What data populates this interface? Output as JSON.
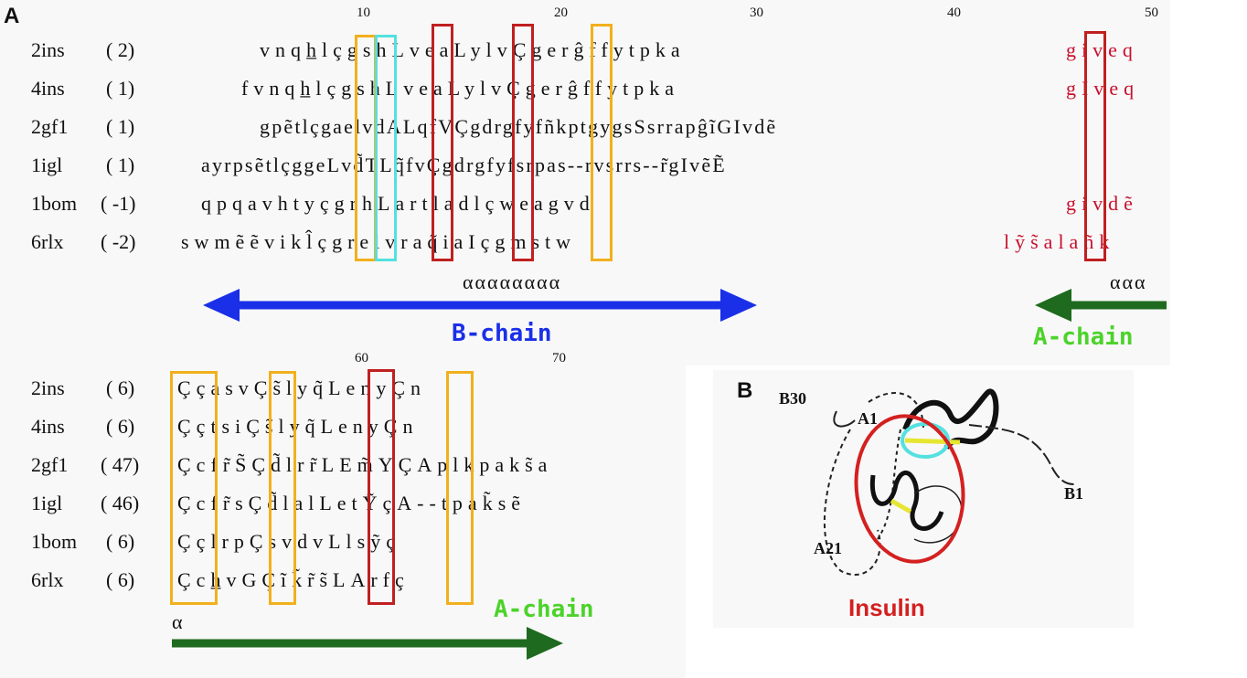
{
  "panel_a": {
    "label": "A",
    "ruler_top": [
      "10",
      "20",
      "30",
      "40",
      "50"
    ],
    "rows_top": [
      {
        "id": "2ins",
        "num": "( 2)",
        "seq": "vnqh̲lçgshLveaLylvÇgerĝffytpka",
        "tail": "giveq"
      },
      {
        "id": "4ins",
        "num": "( 1)",
        "seq": "fvnqh̲lçgshLveaLylvÇgerĝffytpka",
        "tail": "gIveq"
      },
      {
        "id": "2gf1",
        "num": "( 1)",
        "seq": "gpẽtlçgaelvdALqfVÇgdrgfyfñkptgygsSsrrapĝĩGIvdẽ",
        "tail": ""
      },
      {
        "id": "1igl",
        "num": "( 1)",
        "seq": "ayrpsẽtlçggeLvd̃TLq̃fvÇgdrgfyfsrpas--rvsrrs--r̃gIvẽẼ",
        "tail": ""
      },
      {
        "id": "1bom",
        "num": "( -1)",
        "seq": "qpqavhtyçgrhLartladlçweagvd",
        "tail": "givdẽ"
      },
      {
        "id": "6rlx",
        "num": "( -2)",
        "seq": "swmẽẽvikl̂çgrelvraq̃iaIçgmstw",
        "tail": "lỹs̃alañk"
      }
    ],
    "helix_b": "αααααααα",
    "helix_a": "ααα",
    "b_chain_label": "B-chain",
    "a_chain_label_top": "A-chain",
    "ruler_bottom": [
      "60",
      "70"
    ],
    "rows_bottom": [
      {
        "id": "2ins",
        "num": "( 6)",
        "seq": "ÇçasvÇs̃lyq̃LenyÇn"
      },
      {
        "id": "4ins",
        "num": "( 6)",
        "seq": "ÇçtsiÇs̃lyq̃LenyÇn"
      },
      {
        "id": "2gf1",
        "num": "( 47)",
        "seq": "Çcfr̃S̃Çd̃lrr̃LEm̃YÇAplkpaks̃a"
      },
      {
        "id": "1igl",
        "num": "( 46)",
        "seq": "Çcfr̃sÇd̃lalLetỸçA--tpak̃sẽ"
      },
      {
        "id": "1bom",
        "num": "( 6)",
        "seq": "ÇçlrpÇsvdvLlsỹç"
      },
      {
        "id": "6rlx",
        "num": "( 6)",
        "seq": "Çch̲vGÇĩk̃r̃s̃LArfç"
      }
    ],
    "helix_bottom": "α",
    "a_chain_label_bottom": "A-chain"
  },
  "panel_b": {
    "label": "B",
    "labels": {
      "b30": "B30",
      "a1": "A1",
      "b1": "B1",
      "a21": "A21"
    },
    "title": "Insulin"
  },
  "colors": {
    "yellow_box": "#f2b01e",
    "red_box": "#c02020",
    "cyan_box": "#55e0e0",
    "b_chain_arrow": "#1a2fe8",
    "a_chain_arrow": "#1e6a1e",
    "a_chain_label": "#4cd32a",
    "insulin_label": "#d42020"
  }
}
